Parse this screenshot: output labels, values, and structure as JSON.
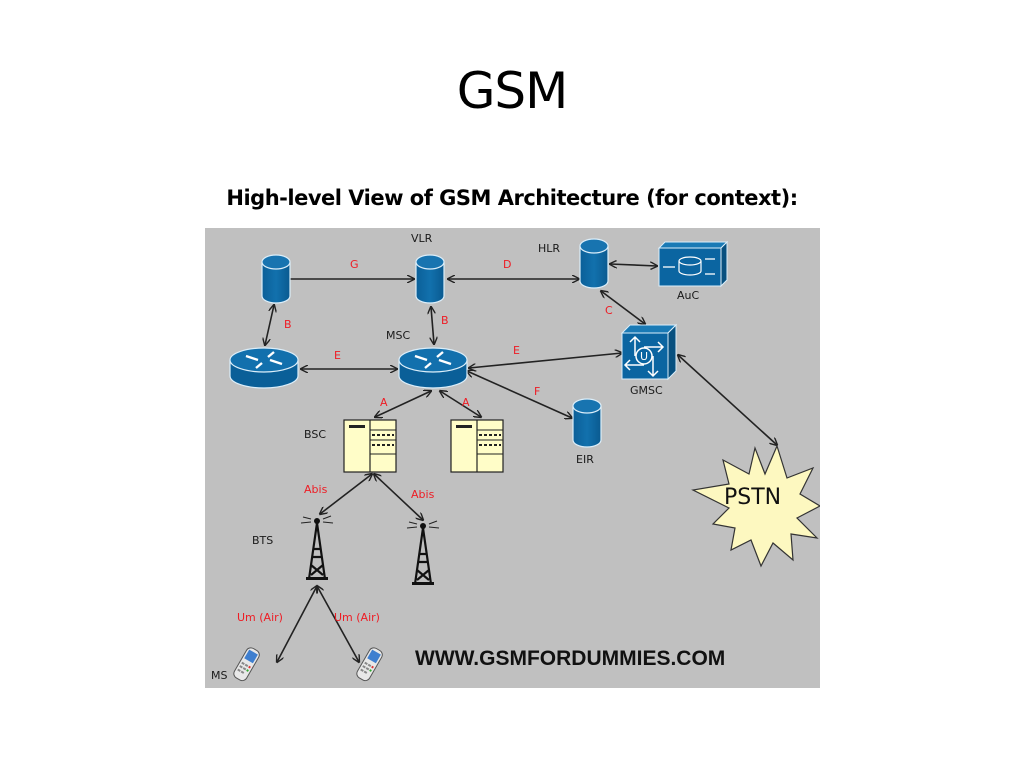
{
  "slide": {
    "title": "GSM",
    "subtitle": "High-level View of GSM Architecture (for context):"
  },
  "diagram": {
    "colors": {
      "background": "#c0c0c0",
      "device_blue": "#0a64a0",
      "interface_label": "#ee1c24",
      "bsc_fill": "#fffdc8",
      "pstn_fill": "#fdf8c0"
    },
    "nodes": {
      "vlr_left": {
        "label": "",
        "type": "database"
      },
      "vlr": {
        "label": "VLR",
        "type": "database"
      },
      "hlr": {
        "label": "HLR",
        "type": "database"
      },
      "auc": {
        "label": "AuC",
        "type": "auth-server"
      },
      "msc_left": {
        "label": "",
        "type": "router"
      },
      "msc": {
        "label": "MSC",
        "type": "router"
      },
      "gmsc": {
        "label": "GMSC",
        "type": "switch"
      },
      "eir": {
        "label": "EIR",
        "type": "database"
      },
      "bsc_left": {
        "label": "BSC",
        "type": "controller"
      },
      "bsc_right": {
        "label": "",
        "type": "controller"
      },
      "bts_left": {
        "label": "BTS",
        "type": "tower"
      },
      "bts_right": {
        "label": "",
        "type": "tower"
      },
      "ms_left": {
        "label": "MS",
        "type": "phone"
      },
      "ms_right": {
        "label": "",
        "type": "phone"
      },
      "pstn": {
        "label": "PSTN",
        "type": "cloud-burst"
      }
    },
    "interfaces": {
      "g": "G",
      "d": "D",
      "b_left": "B",
      "b_right": "B",
      "c": "C",
      "e_left": "E",
      "e_right": "E",
      "f": "F",
      "a_left": "A",
      "a_right": "A",
      "abis_left": "Abis",
      "abis_right": "Abis",
      "um_left": "Um (Air)",
      "um_right": "Um (Air)"
    },
    "links": [
      {
        "from": "vlr_left",
        "to": "vlr",
        "interface": "G"
      },
      {
        "from": "vlr",
        "to": "hlr",
        "interface": "D"
      },
      {
        "from": "hlr",
        "to": "auc",
        "interface": ""
      },
      {
        "from": "vlr_left",
        "to": "msc_left",
        "interface": "B"
      },
      {
        "from": "vlr",
        "to": "msc",
        "interface": "B"
      },
      {
        "from": "hlr",
        "to": "gmsc",
        "interface": "C"
      },
      {
        "from": "msc_left",
        "to": "msc",
        "interface": "E"
      },
      {
        "from": "msc",
        "to": "gmsc",
        "interface": "E"
      },
      {
        "from": "msc",
        "to": "eir",
        "interface": "F"
      },
      {
        "from": "msc",
        "to": "bsc_left",
        "interface": "A"
      },
      {
        "from": "msc",
        "to": "bsc_right",
        "interface": "A"
      },
      {
        "from": "bsc_left",
        "to": "bts_left",
        "interface": "Abis"
      },
      {
        "from": "bsc_left",
        "to": "bts_right",
        "interface": "Abis"
      },
      {
        "from": "bts_left",
        "to": "ms_left",
        "interface": "Um (Air)"
      },
      {
        "from": "bts_left",
        "to": "ms_right",
        "interface": "Um (Air)"
      },
      {
        "from": "gmsc",
        "to": "pstn",
        "interface": ""
      }
    ],
    "watermark": "WWW.GSMFORDUMMIES.COM"
  }
}
